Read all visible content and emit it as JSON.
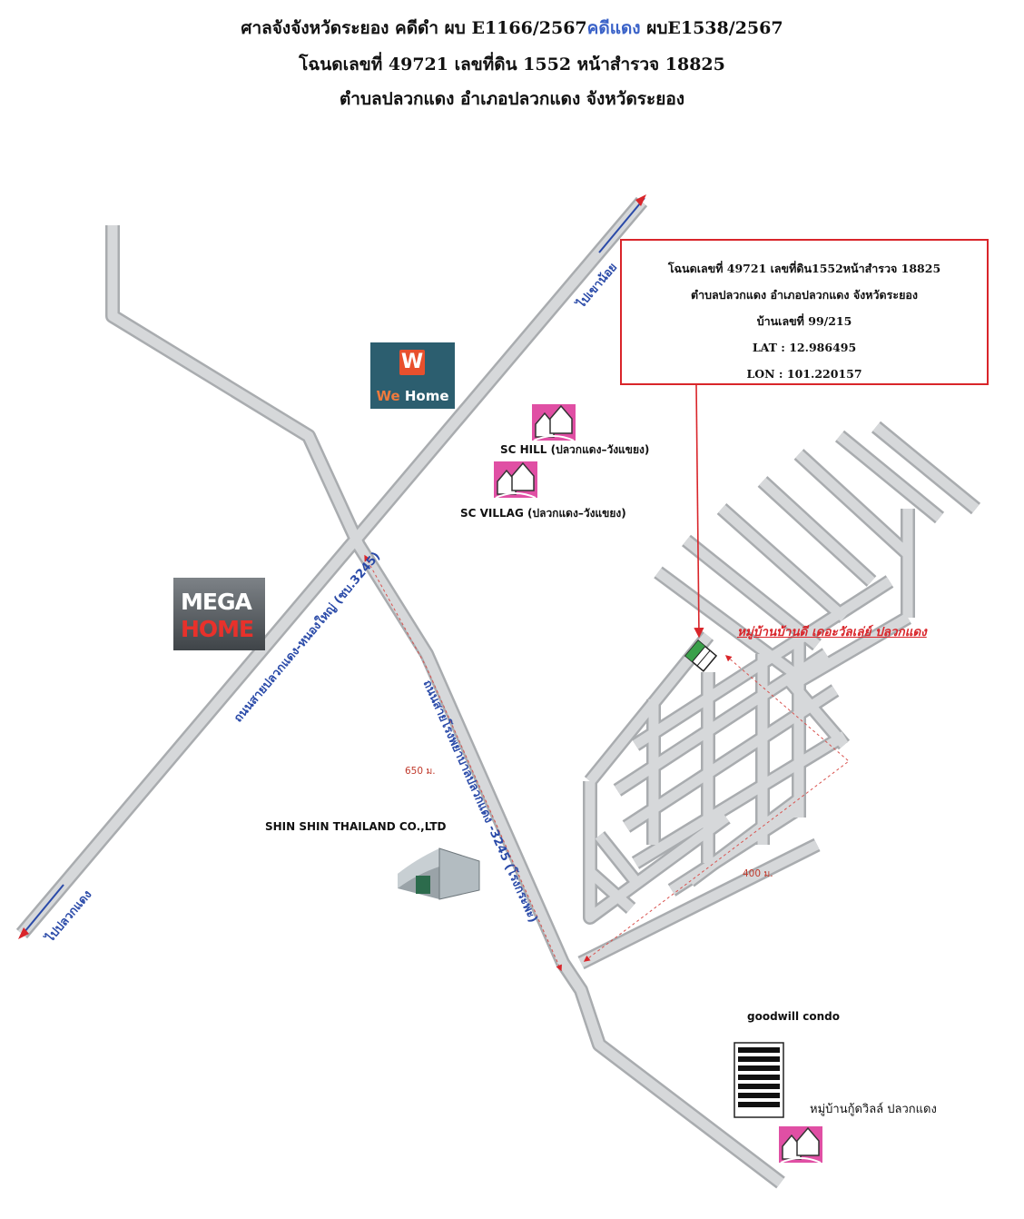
{
  "header": {
    "line1_a": "ศาลจังจังหวัดระยอง คดีดำ ผบ E1166/2567",
    "line1_highlight": "คดีแดง",
    "line1_b": " ผบE1538/2567",
    "line2": "โฉนดเลขที่ 49721 เลขที่ดิน 1552 หน้าสำรวจ 18825",
    "line3": "ตำบลปลวกแดง อำเภอปลวกแดง จังหวัดระยอง"
  },
  "info_box": {
    "line1": "โฉนดเลขที่ 49721 เลขที่ดิน1552หน้าสำรวจ 18825",
    "line2": "ตำบลปลวกแดง    อำเภอปลวกแดง จังหวัดระยอง",
    "line3": "บ้านเลขที่ 99/215",
    "lat": "LAT : 12.986495",
    "lon": "LON : 101.220157"
  },
  "landmarks": {
    "wehome_a": "We",
    "wehome_b": " Home",
    "wehome_mark": "W",
    "megahome_1": "MEGA",
    "megahome_2": "HOME",
    "sc_hill": "SC HILL (ปลวกแดง–วังแขยง)",
    "sc_villag": "SC VILLAG (ปลวกแดง–วังแขยง)",
    "village_target": "หมู่บ้านบ้านดี เดอะวัลเล่ย์ ปลวกแดง",
    "shinshin": "SHIN SHIN THAILAND CO.,LTD",
    "goodwill": "goodwill condo",
    "goodwill_village": "หมู่บ้านกู้ดวิลล์ ปลวกแดง"
  },
  "roads": {
    "main": "ถนนสายปลวกแดง-หนองใหญ่ (ชบ.3245)",
    "hospital": "ถนนสายโรงพยาบาลปลวกแดง -3245 (โรงกระพะ)",
    "to_khao_noi": "ไปเขาน้อย",
    "to_pluak_daeng": "ไปปลวกแดง"
  },
  "distances": {
    "d1": "650 ม.",
    "d2": "400 ม."
  },
  "colors": {
    "road": "#d6d8da",
    "road_edge": "#a9acaf",
    "accent_red": "#d9252a",
    "road_label_blue": "#2a4aa8",
    "house_pink": "#e04fa4",
    "target_green": "#3aa04a"
  },
  "icons": [
    "house-icon",
    "warehouse-icon",
    "condo-building-icon",
    "target-plot-icon",
    "arrow-icon"
  ]
}
